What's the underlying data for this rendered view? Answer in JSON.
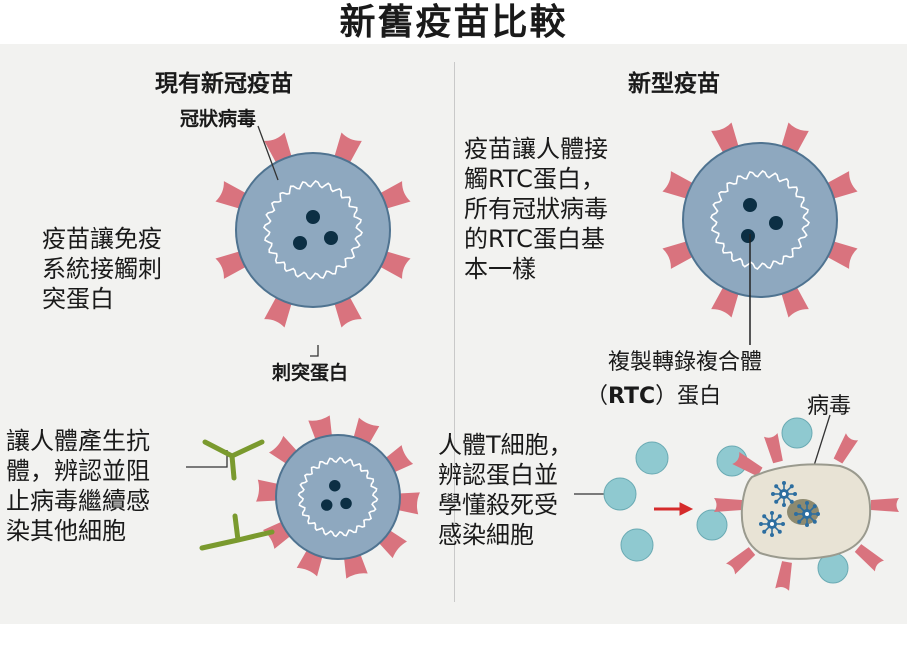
{
  "title": "新舊疫苗比較",
  "left": {
    "header": "現有新冠疫苗",
    "virus_label": "冠狀病毒",
    "spike_label": "刺突蛋白",
    "desc_lines": [
      "疫苗讓免疫",
      "系統接觸刺",
      "突蛋白"
    ]
  },
  "right": {
    "header": "新型疫苗",
    "desc_lines": [
      "疫苗讓人體接",
      "觸RTC蛋白，",
      "所有冠狀病毒",
      "的RTC蛋白基",
      "本一樣"
    ],
    "rtc_label_line1": "複製轉錄複合體",
    "rtc_label_open": "（",
    "rtc_label_abbr": "RTC",
    "rtc_label_close": "）蛋白"
  },
  "bottom_left": {
    "desc_lines": [
      "讓人體產生抗",
      "體，辨認並阻",
      "止病毒繼續感",
      "染其他細胞"
    ]
  },
  "bottom_right": {
    "desc_lines": [
      "人體T細胞，",
      "辨認蛋白並",
      "學懂殺死受",
      "感染細胞"
    ],
    "virus_label": "病毒"
  },
  "colors": {
    "virus_body": "#8ea8bf",
    "virus_outline": "#4f7390",
    "spike": "#d9737e",
    "rna": "#ffffff",
    "core_dot": "#0c2f44",
    "antibody": "#7a9a2e",
    "tcell": "#8fc9d0",
    "arrow": "#d52b2b",
    "infected_cell": "#e8e3d5"
  }
}
